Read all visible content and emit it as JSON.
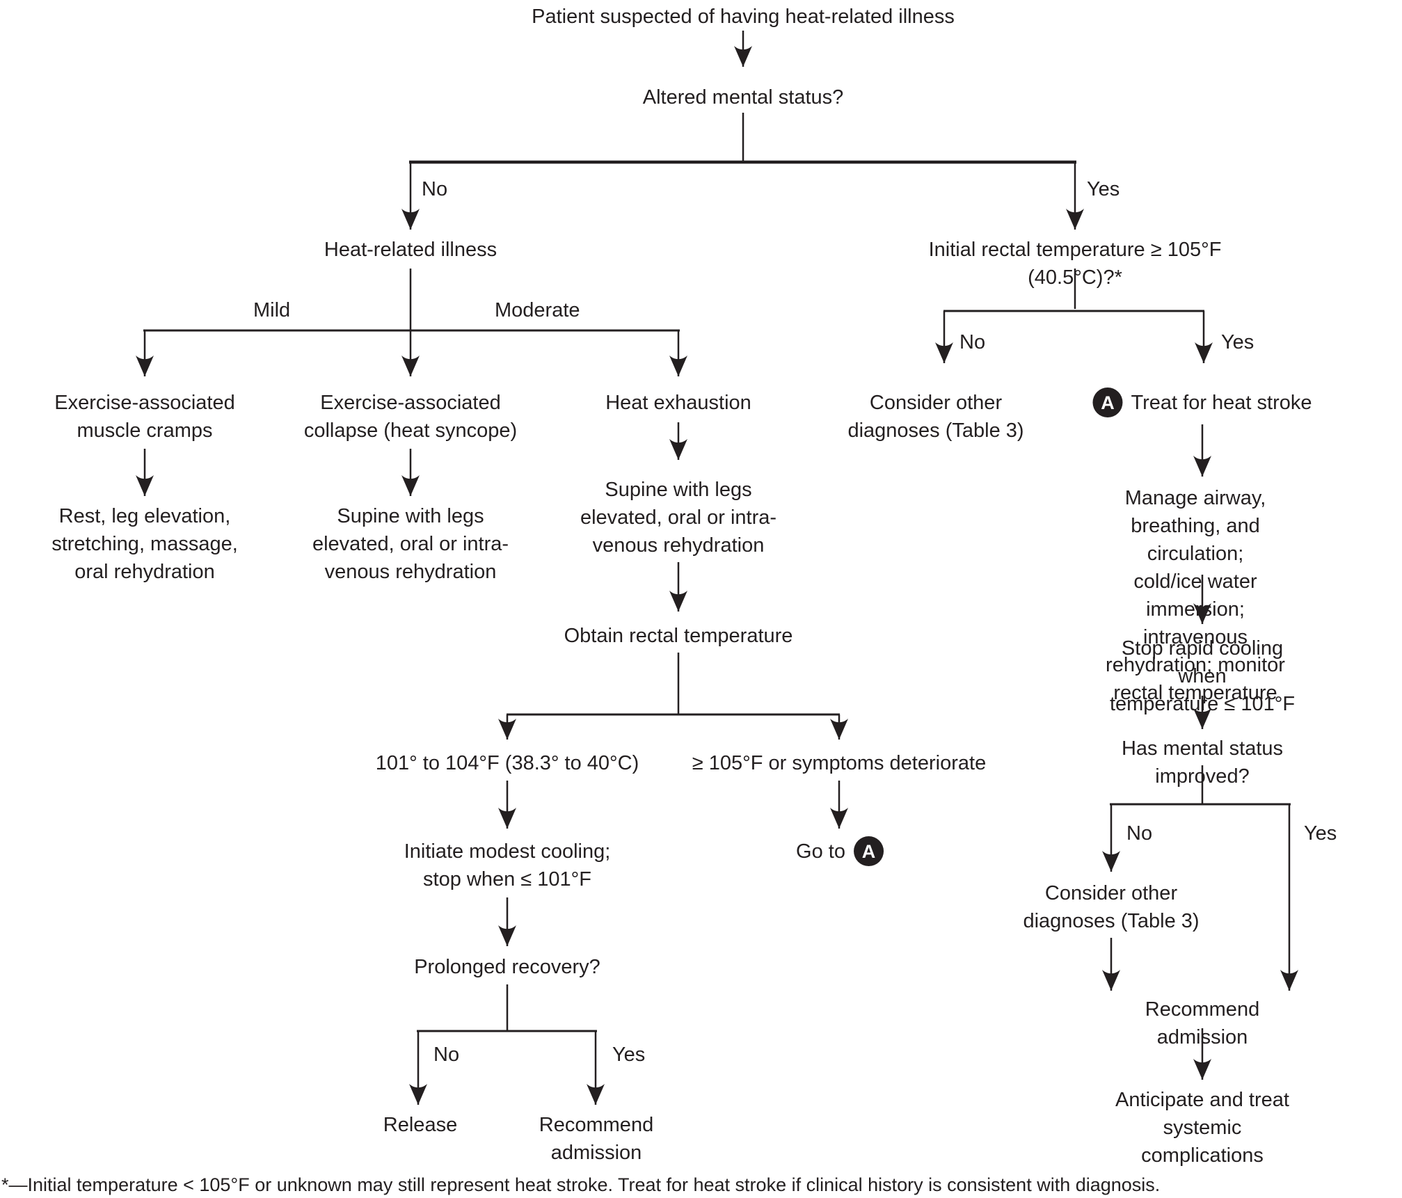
{
  "diagram": {
    "title": "Patient suspected of having heat-related illness",
    "labels": {
      "no": "No",
      "yes": "Yes",
      "mild": "Mild",
      "moderate": "Moderate"
    },
    "badge_label": "A",
    "nodes": {
      "altered_mental_status": "Altered mental status?",
      "heat_related_illness": "Heat-related illness",
      "muscle_cramps": "Exercise-associated\nmuscle cramps",
      "muscle_cramps_treatment": "Rest, leg elevation,\nstretching, massage,\noral rehydration",
      "collapse": "Exercise-associated\ncollapse (heat syncope)",
      "collapse_treatment": "Supine with legs\nelevated, oral or intra-\nvenous rehydration",
      "heat_exhaustion": "Heat exhaustion",
      "heat_exhaustion_treatment": "Supine with legs\nelevated, oral or intra-\nvenous rehydration",
      "obtain_rectal_temperature": "Obtain rectal temperature",
      "temp_101_104": "101° to 104°F (38.3° to 40°C)",
      "temp_105_deteriorate": "≥ 105°F or symptoms deteriorate",
      "initiate_modest_cooling": "Initiate modest cooling;\nstop when ≤ 101°F",
      "go_to": "Go to",
      "prolonged_recovery": "Prolonged recovery?",
      "release": "Release",
      "recommend_admission_left": "Recommend\nadmission",
      "initial_rectal_temperature": "Initial rectal temperature ≥ 105°F (40.5°C)?*",
      "consider_other_diagnoses_top": "Consider other\ndiagnoses (Table 3)",
      "treat_heat_stroke": "Treat for heat stroke",
      "manage_airway": "Manage airway, breathing, and circulation;\ncold/ice water immersion; intravenous\nrehydration; monitor rectal temperature",
      "stop_rapid_cooling": "Stop rapid cooling when\ntemperature ≤ 101°F",
      "mental_status_improved": "Has mental status improved?",
      "consider_other_diagnoses_bottom": "Consider other\ndiagnoses (Table 3)",
      "recommend_admission_right": "Recommend admission",
      "anticipate_complications": "Anticipate and treat\nsystemic complications"
    },
    "footnote": "*—Initial temperature < 105°F or unknown may still represent heat stroke. Treat for heat stroke if clinical history is consistent with diagnosis.",
    "colors": {
      "ink": "#231f20",
      "background": "#ffffff",
      "badge_background": "#231f20",
      "badge_text": "#ffffff"
    }
  }
}
